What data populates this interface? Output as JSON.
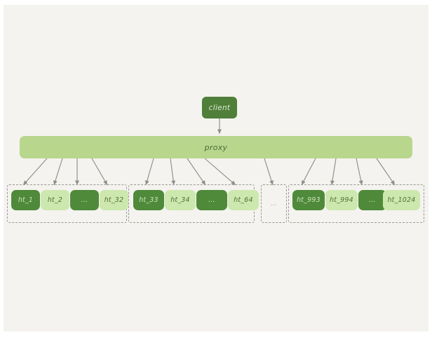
{
  "canvas": {
    "background": "#f4f3ef",
    "page_background": "#ffffff"
  },
  "colors": {
    "node_dark": "#4f8a3b",
    "node_light": "#cde8ae",
    "client_fill": "#4f7f39",
    "proxy_fill": "#b8d68c",
    "edge": "#8f8f88",
    "group_border": "#9a9a93",
    "text_on_dark": "#cfe3bd",
    "text_on_light": "#4d6e36"
  },
  "diagram": {
    "client": {
      "label": "client"
    },
    "proxy": {
      "label": "proxy"
    },
    "ellipsis": "...",
    "groups": [
      {
        "id": "group-1",
        "nodes": [
          {
            "label": "ht_1",
            "tone": "dark"
          },
          {
            "label": "ht_2",
            "tone": "light"
          },
          {
            "label": "...",
            "tone": "dark"
          },
          {
            "label": "ht_32",
            "tone": "light"
          }
        ]
      },
      {
        "id": "group-2",
        "nodes": [
          {
            "label": "ht_33",
            "tone": "dark"
          },
          {
            "label": "ht_34",
            "tone": "light"
          },
          {
            "label": "...",
            "tone": "dark"
          },
          {
            "label": "ht_64",
            "tone": "light"
          }
        ]
      },
      {
        "id": "group-ellipsis",
        "nodes": [],
        "placeholder": "..."
      },
      {
        "id": "group-n",
        "nodes": [
          {
            "label": "ht_993",
            "tone": "dark"
          },
          {
            "label": "ht_994",
            "tone": "light"
          },
          {
            "label": "...",
            "tone": "dark"
          },
          {
            "label": "ht_1024",
            "tone": "light"
          }
        ]
      }
    ]
  }
}
